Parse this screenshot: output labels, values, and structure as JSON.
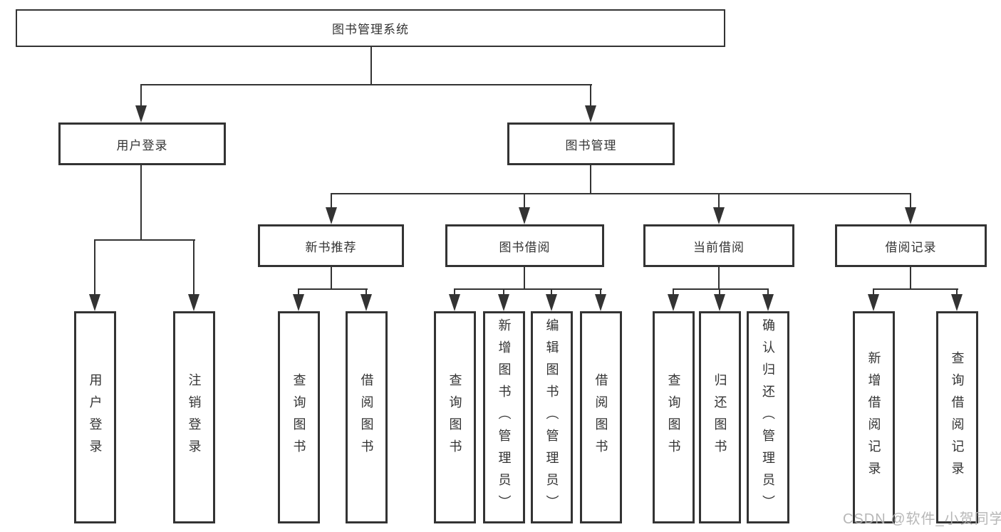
{
  "title": "图书管理系统",
  "colors": {
    "line": "#333333",
    "text": "#333333",
    "background": "#ffffff",
    "watermark": "#afafaf"
  },
  "root": {
    "label": "图书管理系统"
  },
  "level2": [
    {
      "label": "用户登录"
    },
    {
      "label": "图书管理"
    }
  ],
  "level3": [
    {
      "label": "新书推荐",
      "parent": "图书管理"
    },
    {
      "label": "图书借阅",
      "parent": "图书管理"
    },
    {
      "label": "当前借阅",
      "parent": "图书管理"
    },
    {
      "label": "借阅记录",
      "parent": "图书管理"
    }
  ],
  "leaves": [
    {
      "label": "用户登录",
      "parent": "用户登录"
    },
    {
      "label": "注销登录",
      "parent": "用户登录"
    },
    {
      "label": "查询图书",
      "parent": "新书推荐"
    },
    {
      "label": "借阅图书",
      "parent": "新书推荐"
    },
    {
      "label": "查询图书",
      "parent": "图书借阅"
    },
    {
      "label": "新增图书（管理员）",
      "parent": "图书借阅"
    },
    {
      "label": "编辑图书（管理员）",
      "parent": "图书借阅"
    },
    {
      "label": "借阅图书",
      "parent": "图书借阅"
    },
    {
      "label": "查询图书",
      "parent": "当前借阅"
    },
    {
      "label": "归还图书",
      "parent": "当前借阅"
    },
    {
      "label": "确认归还（管理员）",
      "parent": "当前借阅"
    },
    {
      "label": "新增借阅记录",
      "parent": "借阅记录"
    },
    {
      "label": "查询借阅记录",
      "parent": "借阅记录"
    }
  ],
  "watermark": {
    "text": "CSDN @软件_小贺同学"
  }
}
